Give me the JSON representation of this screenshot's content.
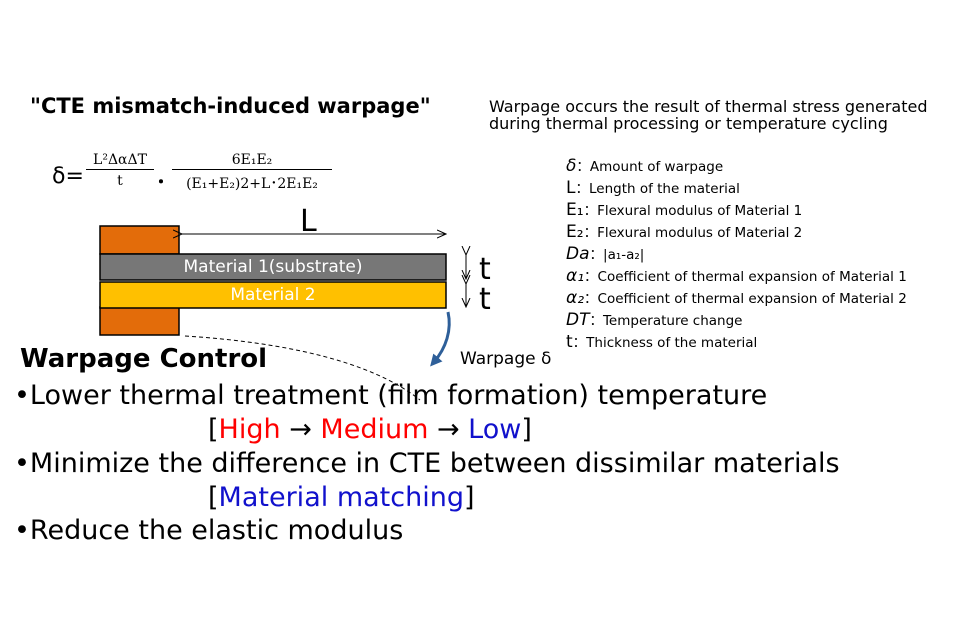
{
  "title": "\"CTE mismatch-induced warpage\"",
  "description": "Warpage occurs the result of thermal stress generated during thermal processing or temperature cycling",
  "equation": {
    "lhs": "δ=",
    "frac1_num": "L²ΔαΔT",
    "frac1_den": "t",
    "dot": "･",
    "frac2_num": "6E₁E₂",
    "frac2_den": "(E₁+E₂)2+L･2E₁E₂"
  },
  "diagram": {
    "length_label": "L",
    "material1_label": "Material 1(substrate)",
    "material2_label": "Material 2",
    "thickness1_label": "t",
    "thickness2_label": "t",
    "warpage_label": "Warpage δ",
    "colors": {
      "material1": "#777777",
      "material2": "#ffc000",
      "clamp": "#e36c0a",
      "arrow": "#2e5f99"
    }
  },
  "legend": [
    {
      "sym": "δ",
      "sep": "：",
      "text": "Amount of warpage"
    },
    {
      "sym": "L",
      "sep": "：",
      "text": "Length of the material"
    },
    {
      "sym": "E₁",
      "sep": "：",
      "text": "Flexural modulus of Material 1"
    },
    {
      "sym": "E₂",
      "sep": "：",
      "text": "Flexural modulus of Material 2"
    },
    {
      "sym": "Da",
      "sep": "：",
      "text": "|a₁-a₂|"
    },
    {
      "sym": "α₁",
      "sep": "：",
      "text": "Coefficient of thermal expansion of Material 1"
    },
    {
      "sym": "α₂",
      "sep": "：",
      "text": "Coefficient of thermal expansion of Material 2"
    },
    {
      "sym": "DT",
      "sep": "：",
      "text": "Temperature change"
    },
    {
      "sym": "t",
      "sep": "：",
      "text": "Thickness of the material"
    }
  ],
  "control": {
    "heading": "Warpage Control",
    "bullet1": "•Lower thermal treatment (film formation) temperature",
    "bullet1_sub": {
      "open": "[",
      "high": "High",
      "arrow1": " → ",
      "medium": "Medium",
      "arrow2": " → ",
      "low": "Low",
      "close": "]"
    },
    "bullet2": "•Minimize the difference in CTE between dissimilar materials",
    "bullet2_sub": {
      "open": "[",
      "text": "Material matching",
      "close": "]"
    },
    "bullet3": "•Reduce the elastic modulus"
  }
}
